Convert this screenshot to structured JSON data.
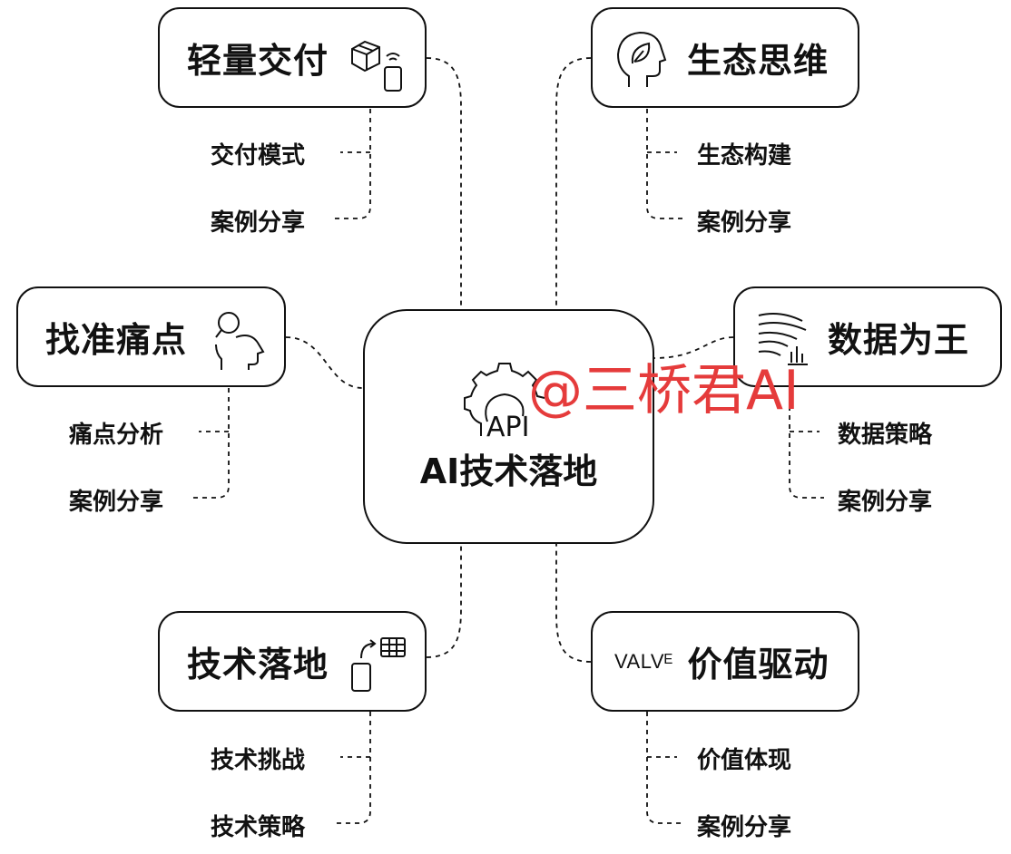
{
  "center": {
    "title": "AI技术落地",
    "icon_text": "API",
    "icon": "gear-api-icon"
  },
  "watermark": "@三桥君AI",
  "branches": {
    "light_delivery": {
      "title": "轻量交付",
      "icon": "box-phone-icon",
      "items": [
        "交付模式",
        "案例分享"
      ]
    },
    "ecosystem": {
      "title": "生态思维",
      "icon": "head-leaf-icon",
      "items": [
        "生态构建",
        "案例分享"
      ]
    },
    "pain_point": {
      "title": "找准痛点",
      "icon": "person-search-icon",
      "items": [
        "痛点分析",
        "案例分享"
      ]
    },
    "data_king": {
      "title": "数据为王",
      "icon": "data-flow-icon",
      "items": [
        "数据策略",
        "案例分享"
      ]
    },
    "tech_landing": {
      "title": "技术落地",
      "icon": "phone-table-icon",
      "items": [
        "技术挑战",
        "技术策略"
      ]
    },
    "value_driven": {
      "title": "价值驱动",
      "icon_text": "VALVᴱ",
      "icon": "value-text-icon",
      "items": [
        "价值体现",
        "案例分享"
      ]
    }
  }
}
